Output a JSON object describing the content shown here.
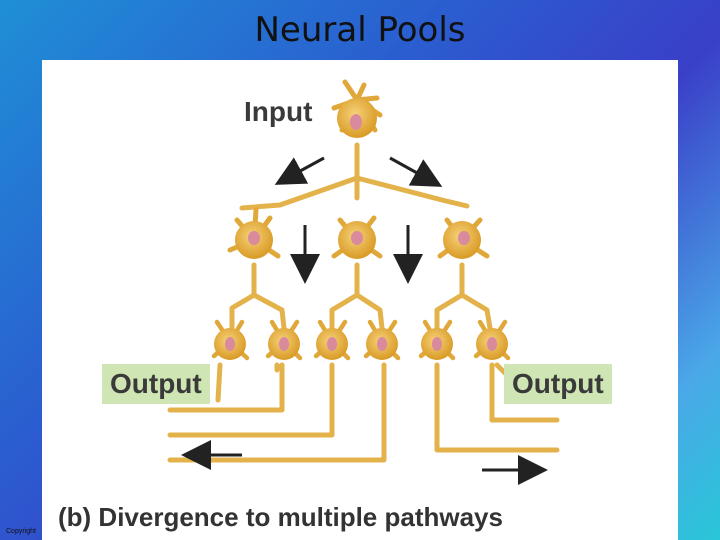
{
  "title": "Neural Pools",
  "diagram": {
    "input_label": "Input",
    "output_left_label": "Output",
    "output_right_label": "Output",
    "caption": "(b) Divergence to multiple pathways"
  },
  "footer": {
    "copyright": "Copyright"
  },
  "colors": {
    "neuron": "#e8b43a",
    "nucleus": "#d98a9c",
    "axon": "#e3b24a",
    "output_box": "#cfe6b4"
  }
}
